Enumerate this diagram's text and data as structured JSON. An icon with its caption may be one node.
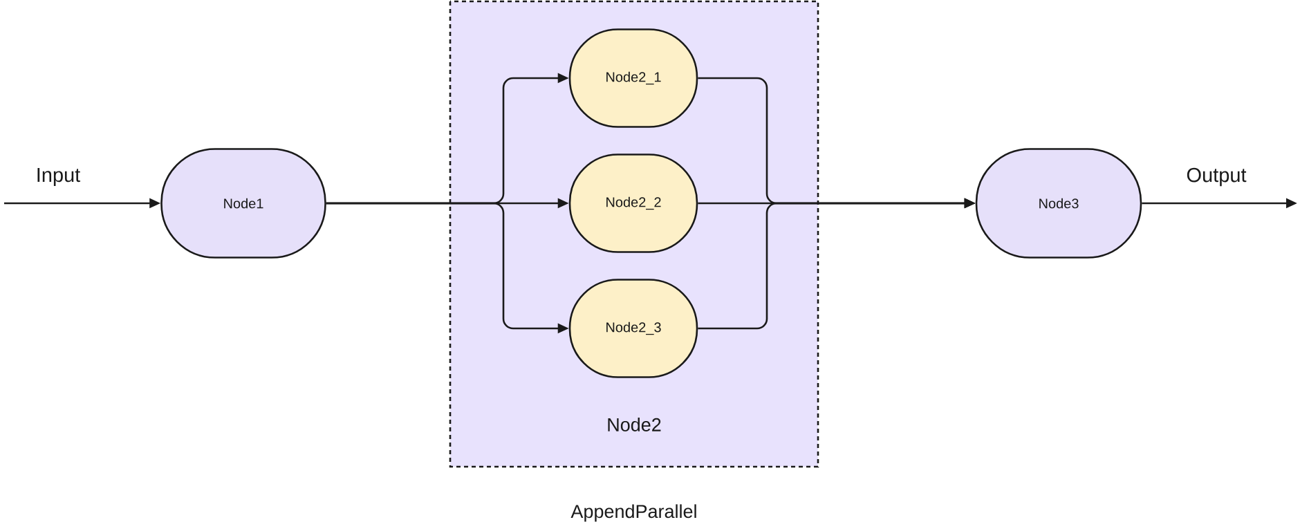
{
  "diagram": {
    "nodes": [
      {
        "text": [
          "Node1"
        ]
      },
      {
        "text": [
          "Node2",
          "AppendParallel"
        ]
      },
      {
        "text": [
          "Node2_1"
        ],
        "in": 1
      },
      {
        "text": [
          "Node2_2"
        ],
        "in": 1
      },
      {
        "text": [
          "Node2_3"
        ],
        "in": 1
      },
      {
        "text": [
          "Node3"
        ]
      }
    ],
    "edges": [
      {
        "from": null,
        "to": 0,
        "arrow": "to",
        "label": "Input"
      },
      {
        "from": 0,
        "to": 2,
        "arrow": "to"
      },
      {
        "from": 0,
        "to": 3,
        "arrow": "to"
      },
      {
        "from": 0,
        "to": 4,
        "arrow": "to"
      },
      {
        "from": 2,
        "to": 5,
        "arrow": "to"
      },
      {
        "from": 3,
        "to": 5,
        "arrow": "to"
      },
      {
        "from": 4,
        "to": 5,
        "arrow": "to"
      },
      {
        "from": 5,
        "to": null,
        "arrow": "to",
        "label": "Output"
      }
    ]
  }
}
